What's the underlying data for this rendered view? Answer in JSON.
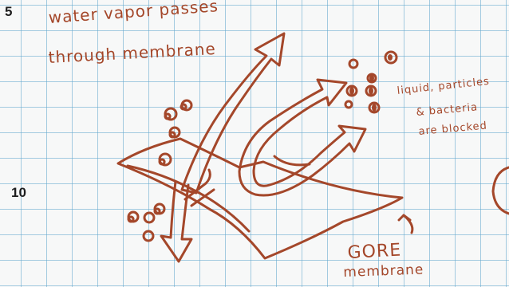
{
  "line_numbers": {
    "top": "5",
    "middle": "10"
  },
  "labels": {
    "vapor_line1": "water vapor passes",
    "vapor_line2": "through membrane",
    "blocked_line1": "liquid, particles",
    "blocked_line2": "& bacteria",
    "blocked_line3": "are blocked",
    "membrane_brand": "GORE",
    "membrane_word": "membrane"
  },
  "colors": {
    "ink": "#a4472a",
    "grid": "#5fa5cd",
    "paper": "#f7f8f8"
  }
}
